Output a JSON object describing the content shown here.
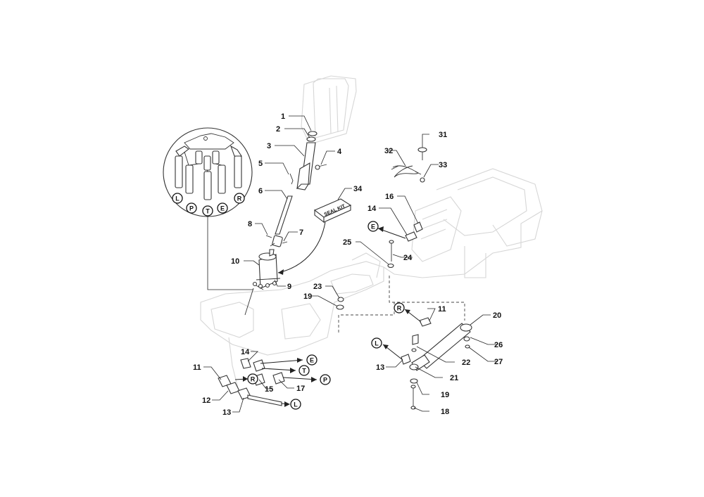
{
  "diagram": {
    "seal_kit_text": "SEAL KIT",
    "port_letters": {
      "L": "L",
      "P": "P",
      "T": "T",
      "E": "E",
      "R": "R"
    },
    "callouts": [
      {
        "id": "c1",
        "text": "1"
      },
      {
        "id": "c2",
        "text": "2"
      },
      {
        "id": "c3",
        "text": "3"
      },
      {
        "id": "c4",
        "text": "4"
      },
      {
        "id": "c5",
        "text": "5"
      },
      {
        "id": "c6",
        "text": "6"
      },
      {
        "id": "c7",
        "text": "7"
      },
      {
        "id": "c8",
        "text": "8"
      },
      {
        "id": "c9",
        "text": "9"
      },
      {
        "id": "c10",
        "text": "10"
      },
      {
        "id": "c11a",
        "text": "11"
      },
      {
        "id": "c11b",
        "text": "11"
      },
      {
        "id": "c12",
        "text": "12"
      },
      {
        "id": "c13a",
        "text": "13"
      },
      {
        "id": "c13b",
        "text": "13"
      },
      {
        "id": "c14a",
        "text": "14"
      },
      {
        "id": "c14b",
        "text": "14"
      },
      {
        "id": "c15",
        "text": "15"
      },
      {
        "id": "c16",
        "text": "16"
      },
      {
        "id": "c17",
        "text": "17"
      },
      {
        "id": "c18",
        "text": "18"
      },
      {
        "id": "c19a",
        "text": "19"
      },
      {
        "id": "c19b",
        "text": "19"
      },
      {
        "id": "c20",
        "text": "20"
      },
      {
        "id": "c21",
        "text": "21"
      },
      {
        "id": "c22",
        "text": "22"
      },
      {
        "id": "c23",
        "text": "23"
      },
      {
        "id": "c24",
        "text": "24"
      },
      {
        "id": "c25",
        "text": "25"
      },
      {
        "id": "c26",
        "text": "26"
      },
      {
        "id": "c27",
        "text": "27"
      },
      {
        "id": "c31",
        "text": "31"
      },
      {
        "id": "c32",
        "text": "32"
      },
      {
        "id": "c33",
        "text": "33"
      },
      {
        "id": "c34",
        "text": "34"
      }
    ]
  }
}
